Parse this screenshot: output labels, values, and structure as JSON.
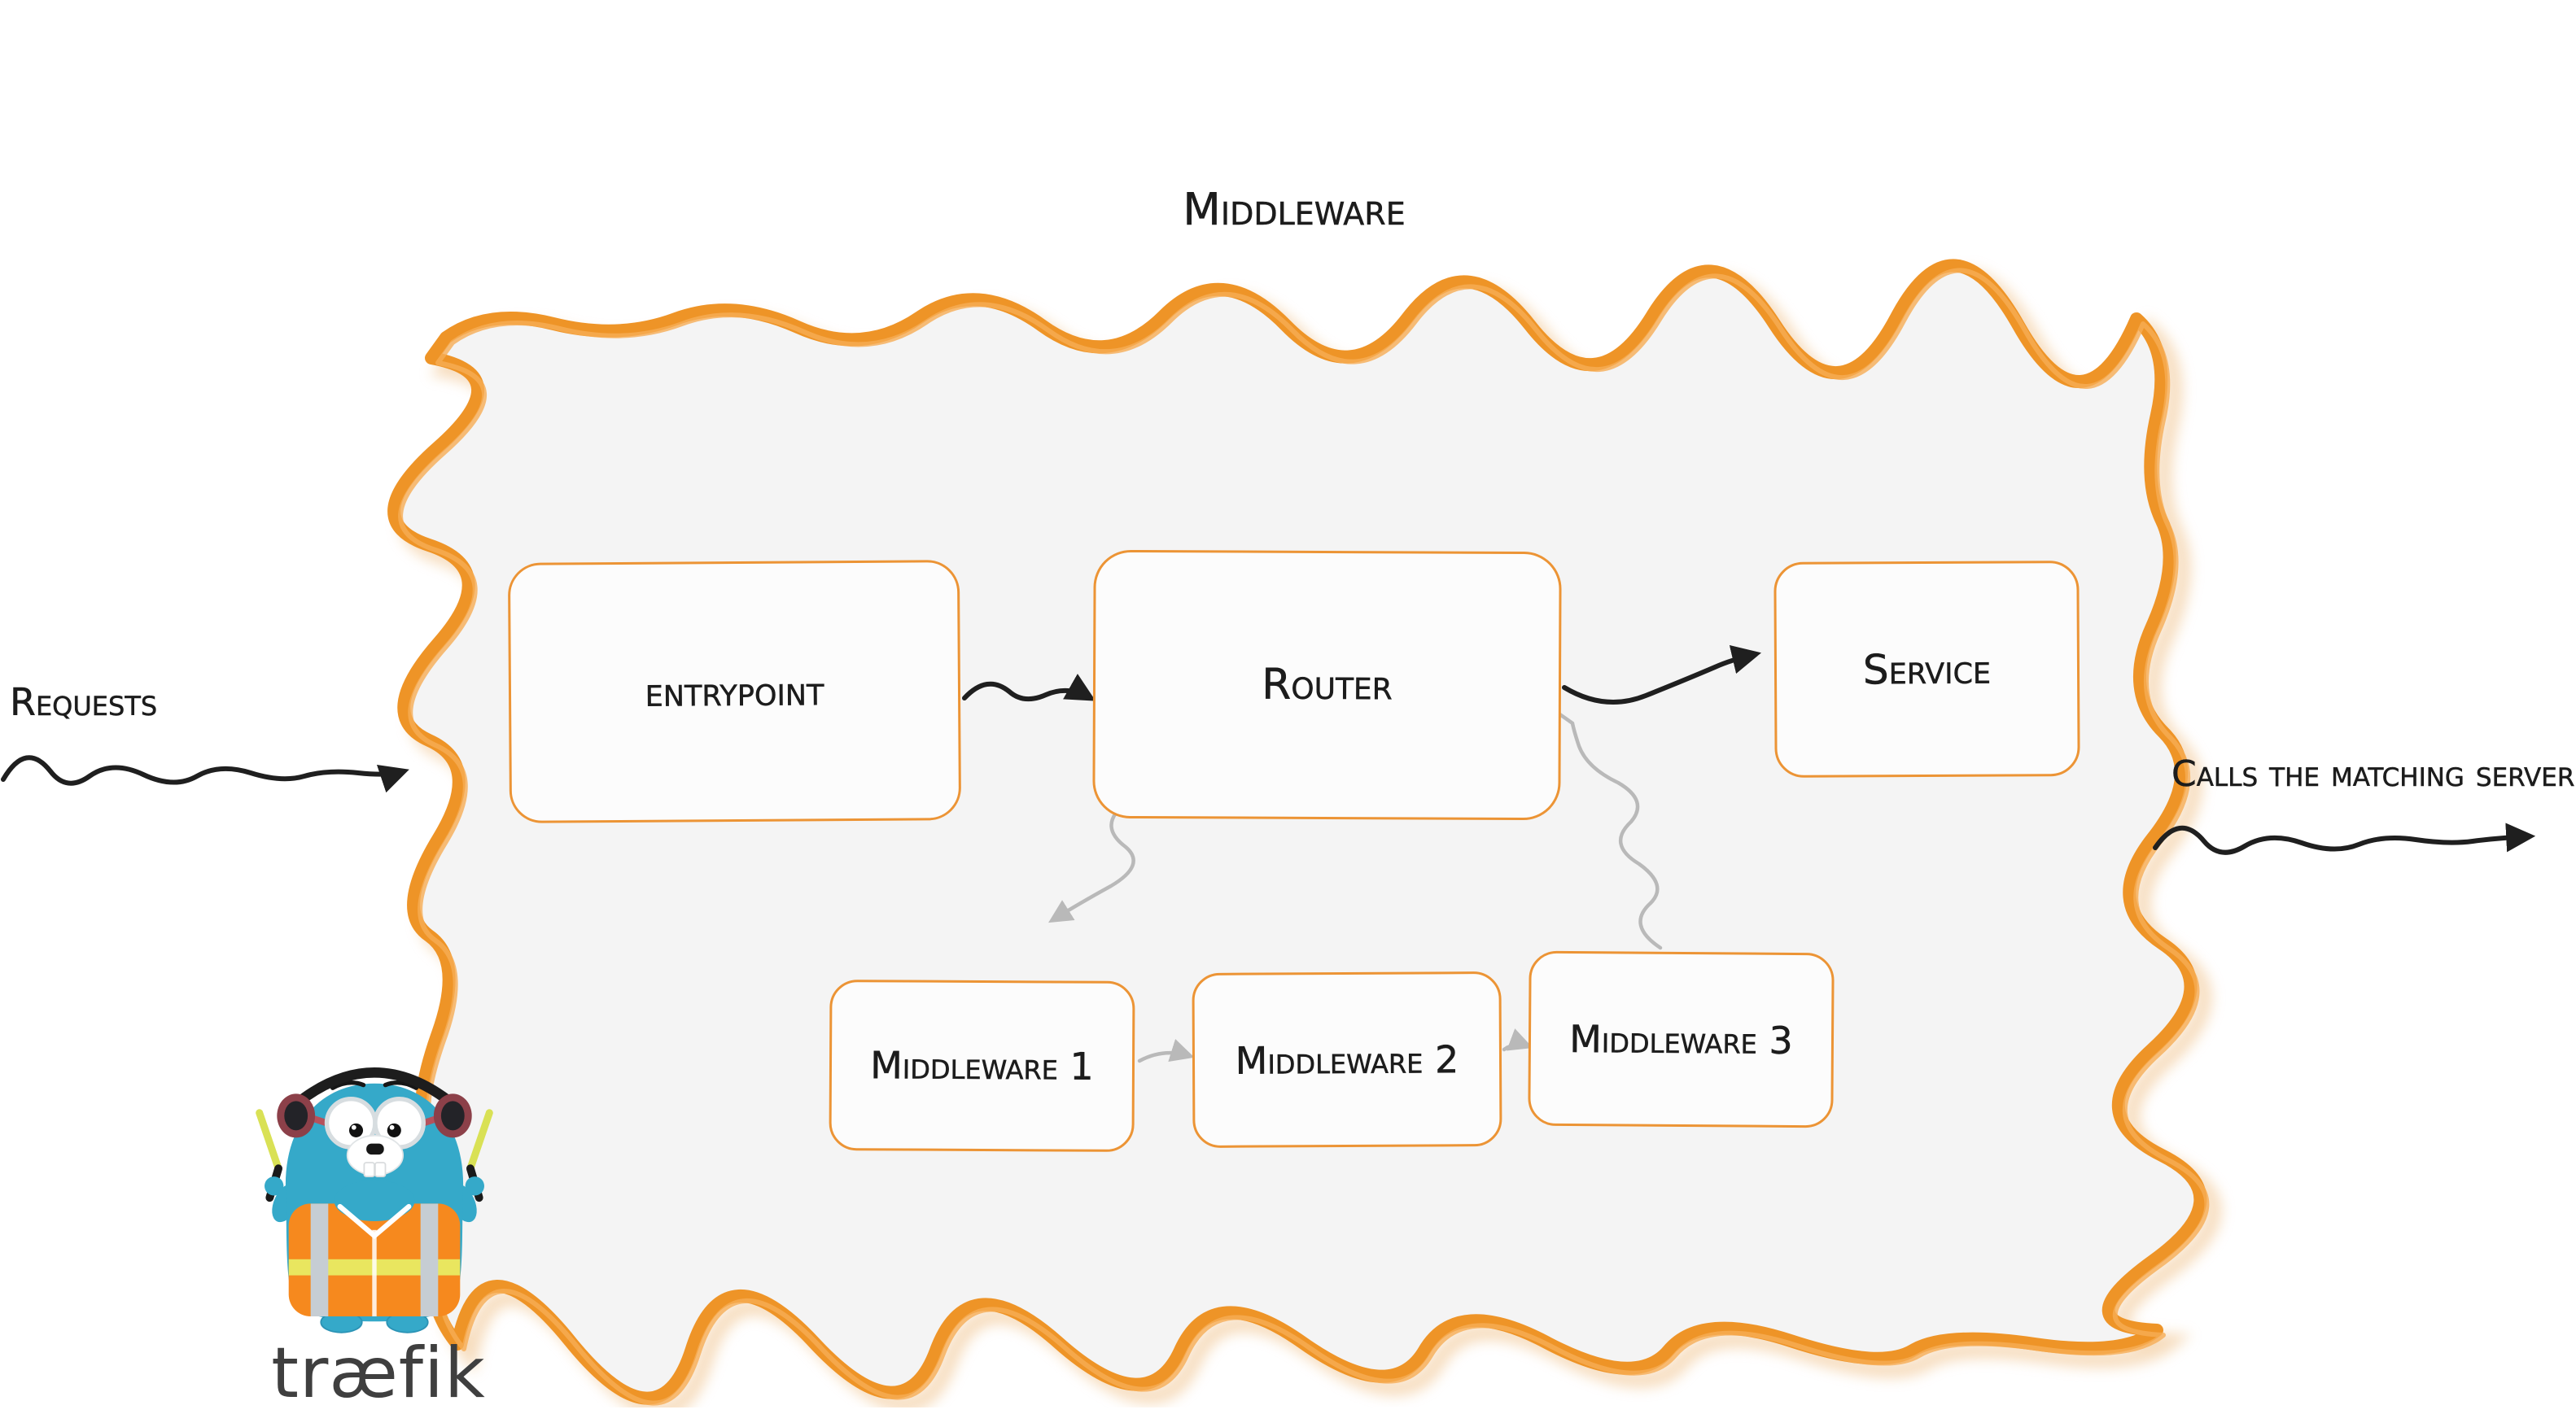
{
  "diagram": {
    "title": "Middleware",
    "nodes": {
      "entrypoint": "entrypoint",
      "router": "Router",
      "service": "Service",
      "middleware1": "Middleware 1",
      "middleware2": "Middleware 2",
      "middleware3": "Middleware 3"
    },
    "annotations": {
      "requests": "Requests",
      "calls_matching_server": "Calls the matching server"
    },
    "flows": [
      {
        "from": "requests",
        "to": "entrypoint",
        "style": "black"
      },
      {
        "from": "entrypoint",
        "to": "router",
        "style": "black"
      },
      {
        "from": "router",
        "to": "service",
        "style": "black"
      },
      {
        "from": "router",
        "to": "middleware1",
        "style": "gray"
      },
      {
        "from": "middleware1",
        "to": "middleware2",
        "style": "gray"
      },
      {
        "from": "middleware2",
        "to": "middleware3",
        "style": "gray"
      },
      {
        "from": "middleware3",
        "to": "router",
        "style": "gray"
      },
      {
        "from": "service",
        "to": "calls_matching_server",
        "style": "black"
      }
    ],
    "logo": {
      "wordmark": "træfik",
      "mascot": "traefik-gopher"
    },
    "colors": {
      "container_border": "#ee9427",
      "container_fill": "#f4f4f4",
      "node_border": "#ec9435",
      "node_fill": "#fcfcfc",
      "arrow_primary": "#1f1f1f",
      "arrow_secondary": "#b9b9b9",
      "text": "#1c1c1c",
      "logo_blue": "#35a9c9",
      "logo_orange": "#f6891e",
      "wordmark_color": "#3f3f3f"
    }
  }
}
